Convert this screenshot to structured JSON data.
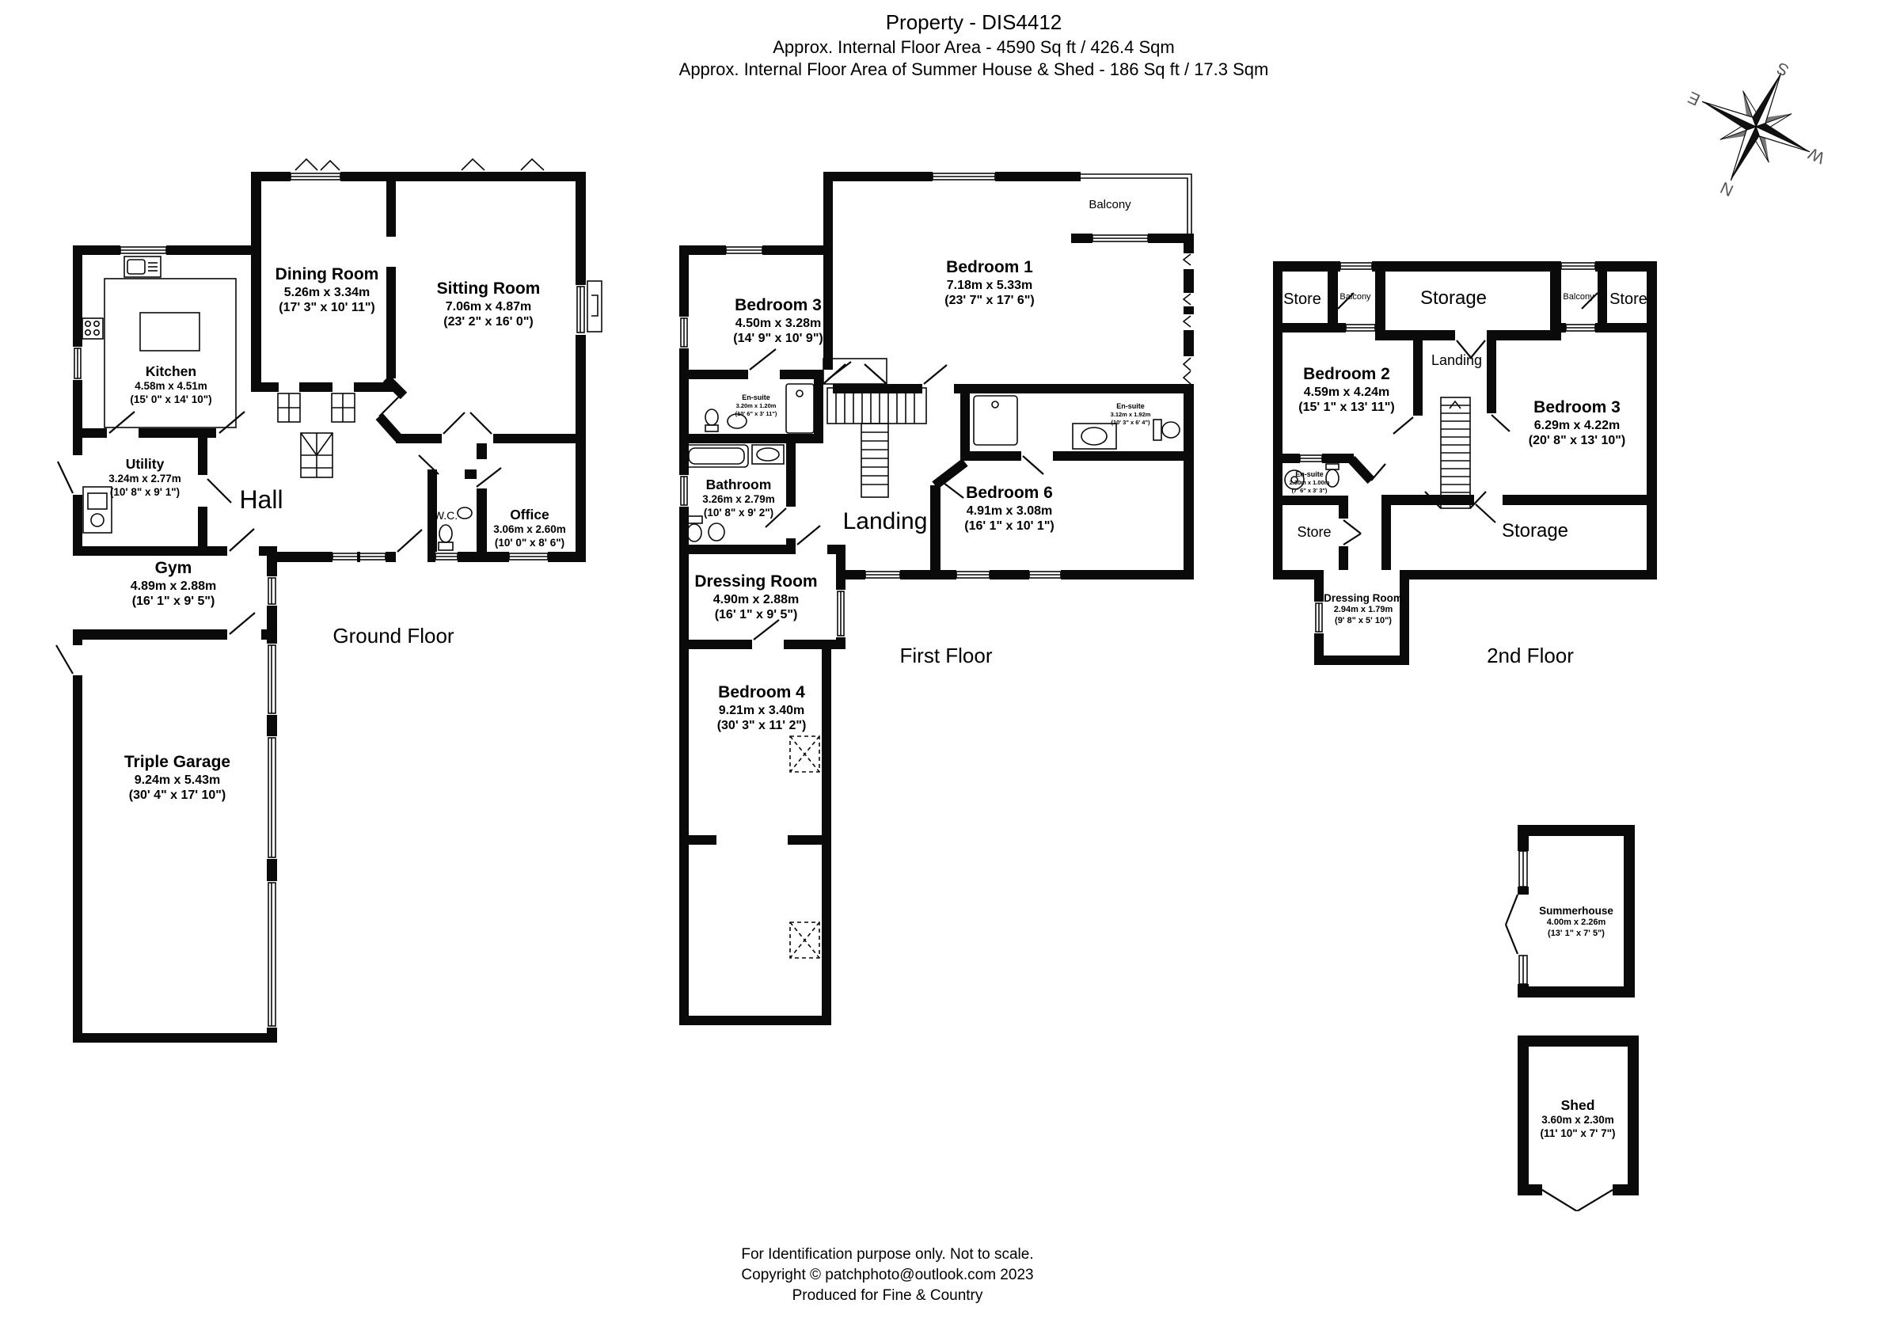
{
  "title": {
    "line1": "Property - DIS4412",
    "line2": "Approx. Internal Floor Area  - 4590 Sq ft / 426.4 Sqm",
    "line3": "Approx. Internal Floor Area of Summer House & Shed - 186 Sq ft / 17.3 Sqm"
  },
  "colors": {
    "ink": "#0a0a0a",
    "paper": "#ffffff",
    "compass_gray": "#555555"
  },
  "compass": {
    "north": "N",
    "south": "S",
    "east": "E",
    "west": "W"
  },
  "floors": {
    "ground": {
      "label": "Ground Floor",
      "rooms": {
        "dining": {
          "name": "Dining Room",
          "m": "5.26m x 3.34m",
          "ft": "(17' 3\" x 10' 11\")"
        },
        "sitting": {
          "name": "Sitting Room",
          "m": "7.06m x 4.87m",
          "ft": "(23' 2\" x 16' 0\")"
        },
        "kitchen": {
          "name": "Kitchen",
          "m": "4.58m x 4.51m",
          "ft": "(15' 0\" x 14' 10\")"
        },
        "utility": {
          "name": "Utility",
          "m": "3.24m x 2.77m",
          "ft": "(10' 8\" x 9' 1\")"
        },
        "hall": {
          "name": "Hall"
        },
        "wc": {
          "name": "W.C."
        },
        "office": {
          "name": "Office",
          "m": "3.06m x 2.60m",
          "ft": "(10' 0\" x 8' 6\")"
        },
        "gym": {
          "name": "Gym",
          "m": "4.89m x 2.88m",
          "ft": "(16' 1\" x 9' 5\")"
        },
        "garage": {
          "name": "Triple Garage",
          "m": "9.24m x 5.43m",
          "ft": "(30' 4\" x 17' 10\")"
        }
      }
    },
    "first": {
      "label": "First Floor",
      "rooms": {
        "bedroom1": {
          "name": "Bedroom 1",
          "m": "7.18m x 5.33m",
          "ft": "(23' 7\" x 17' 6\")"
        },
        "bedroom3": {
          "name": "Bedroom 3",
          "m": "4.50m x 3.28m",
          "ft": "(14' 9\" x 10' 9\")"
        },
        "balcony": {
          "name": "Balcony"
        },
        "ensuite_a": {
          "name": "En-suite",
          "m": "3.20m x 1.20m",
          "ft": "(10' 6\" x 3' 11\")"
        },
        "bathroom": {
          "name": "Bathroom",
          "m": "3.26m x 2.79m",
          "ft": "(10' 8\" x 9' 2\")"
        },
        "landing": {
          "name": "Landing"
        },
        "bedroom6": {
          "name": "Bedroom 6",
          "m": "4.91m x 3.08m",
          "ft": "(16' 1\" x 10' 1\")"
        },
        "ensuite_b": {
          "name": "En-suite",
          "m": "3.12m x 1.92m",
          "ft": "(10' 3\" x 6' 4\")"
        },
        "dressing": {
          "name": "Dressing Room",
          "m": "4.90m x 2.88m",
          "ft": "(16' 1\" x 9' 5\")"
        },
        "bedroom4": {
          "name": "Bedroom 4",
          "m": "9.21m x 3.40m",
          "ft": "(30' 3\" x 11' 2\")"
        }
      }
    },
    "second": {
      "label": "2nd Floor",
      "rooms": {
        "store_tl": {
          "name": "Store"
        },
        "balcony_l": {
          "name": "Balcony"
        },
        "storage_top": {
          "name": "Storage"
        },
        "balcony_r": {
          "name": "Balcony"
        },
        "store_tr": {
          "name": "Store"
        },
        "bedroom2": {
          "name": "Bedroom 2",
          "m": "4.59m x 4.24m",
          "ft": "(15' 1\" x 13' 11\")"
        },
        "landing": {
          "name": "Landing"
        },
        "bedroom3": {
          "name": "Bedroom 3",
          "m": "6.29m x 4.22m",
          "ft": "(20' 8\" x 13' 10\")"
        },
        "ensuite": {
          "name": "En-suite",
          "m": "2.30m x 1.00m",
          "ft": "(7' 6\" x 3' 3\")"
        },
        "store_mid": {
          "name": "Store"
        },
        "storage_bottom": {
          "name": "Storage"
        },
        "dressing": {
          "name": "Dressing Room",
          "m": "2.94m x 1.79m",
          "ft": "(9' 8\" x 5' 10\")"
        }
      }
    }
  },
  "outbuildings": {
    "summerhouse": {
      "name": "Summerhouse",
      "m": "4.00m x 2.26m",
      "ft": "(13' 1\" x 7' 5\")"
    },
    "shed": {
      "name": "Shed",
      "m": "3.60m x 2.30m",
      "ft": "(11' 10\" x 7' 7\")"
    }
  },
  "footer": {
    "line1": "For Identification purpose only.  Not to scale.",
    "line2": "Copyright © patchphoto@outlook.com 2023",
    "line3": "Produced for Fine & Country"
  }
}
